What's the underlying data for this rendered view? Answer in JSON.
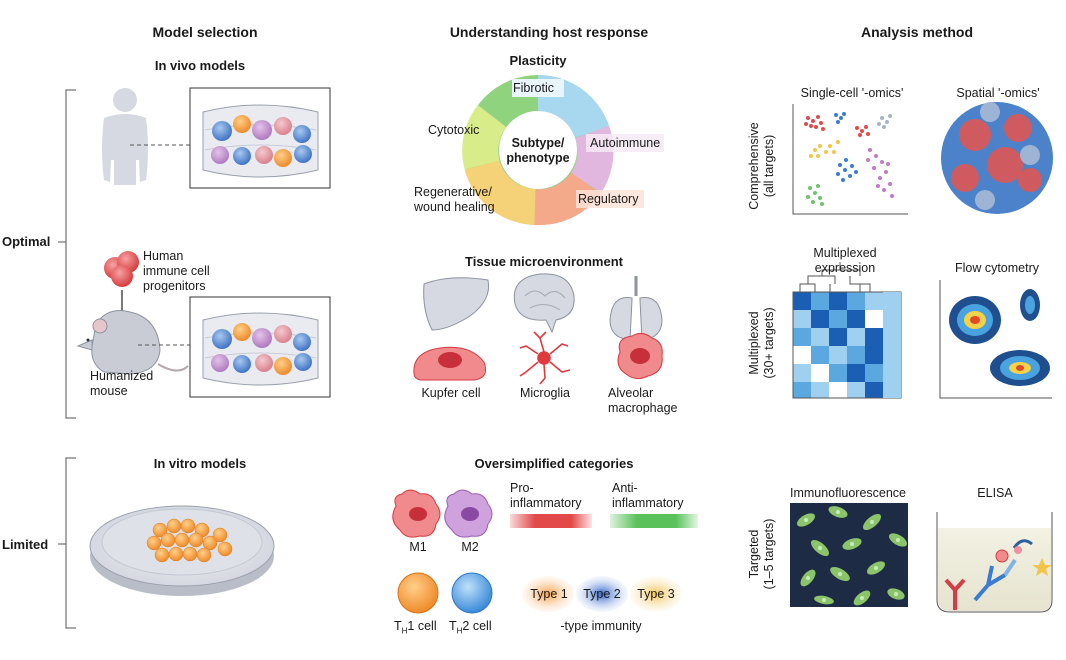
{
  "headers": {
    "model_selection": "Model selection",
    "host_response": "Understanding host response",
    "analysis_method": "Analysis method"
  },
  "tiers": {
    "optimal": "Optimal",
    "limited": "Limited"
  },
  "models": {
    "in_vivo": "In vivo models",
    "in_vitro": "In vitro models",
    "progenitors": [
      "Human",
      "immune cell",
      "progenitors"
    ],
    "humanized_mouse": [
      "Humanized",
      "mouse"
    ]
  },
  "plasticity": {
    "title": "Plasticity",
    "center": [
      "Subtype/",
      "phenotype"
    ],
    "segments": [
      "Fibrotic",
      "Cytotoxic",
      "Autoimmune",
      "Regulatory",
      "Regenerative/",
      "wound healing"
    ]
  },
  "tissue": {
    "title": "Tissue microenvironment",
    "cells": [
      "Kupfer cell",
      "Microglia",
      "Alveolar",
      "macrophage"
    ]
  },
  "categories": {
    "title": "Oversimplified categories",
    "m1": "M1",
    "m2": "M2",
    "pro": [
      "Pro-",
      "inflammatory"
    ],
    "anti": [
      "Anti-",
      "inflammatory"
    ],
    "th1": [
      "T",
      "H",
      "1 cell"
    ],
    "th2": [
      "T",
      "H",
      "2 cell"
    ],
    "types": [
      "Type 1",
      "Type 2",
      "Type 3"
    ],
    "type_immunity": "-type immunity"
  },
  "analysis": {
    "single_cell": "Single-cell '-omics'",
    "spatial": "Spatial '-omics'",
    "multiplexed_expression": [
      "Multiplexed",
      "expression"
    ],
    "flow": "Flow cytometry",
    "immunofluorescence": "Immunofluorescence",
    "elisa": "ELISA",
    "row_comprehensive": [
      "Comprehensive",
      "(all targets)"
    ],
    "row_multiplexed": [
      "Multiplexed",
      "(30+ targets)"
    ],
    "row_targeted": [
      "Targeted",
      "(1–5 targets)"
    ]
  }
}
